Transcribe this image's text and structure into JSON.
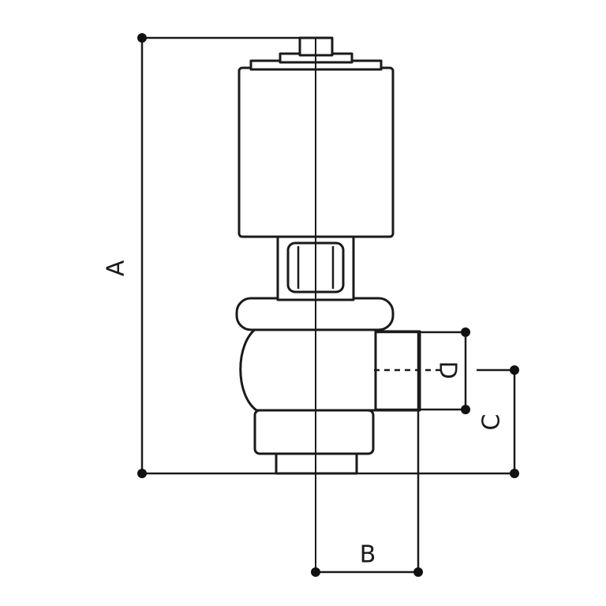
{
  "dimensions": {
    "A": "A",
    "B": "B",
    "C": "C",
    "D": "D"
  },
  "colors": {
    "line": "#1a1a1a",
    "background": "#ffffff"
  }
}
